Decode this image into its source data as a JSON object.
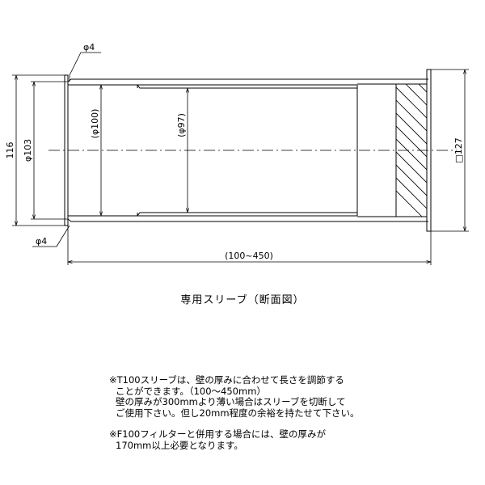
{
  "dimensions": {
    "phi4_top": "φ4",
    "phi4_bottom": "φ4",
    "h116": "116",
    "phi103": "φ103",
    "phi100": "(φ100)",
    "phi97": "(φ97)",
    "sq127": "□127",
    "length": "(100~450)"
  },
  "caption": "専用スリーブ（断面図）",
  "notes": [
    {
      "lines": [
        "※T100スリーブは、壁の厚みに合わせて長さを調節する",
        "ことができます。（100～450mm）",
        "壁の厚みが300mmより薄い場合はスリーブを切断して",
        "ご使用下さい。但し20mm程度の余裕を持たせて下さい。"
      ]
    },
    {
      "lines": [
        "※F100フィルターと併用する場合には、壁の厚みが",
        "170mm以上必要となります。"
      ]
    }
  ],
  "colors": {
    "line": "#000000",
    "background": "#ffffff"
  }
}
